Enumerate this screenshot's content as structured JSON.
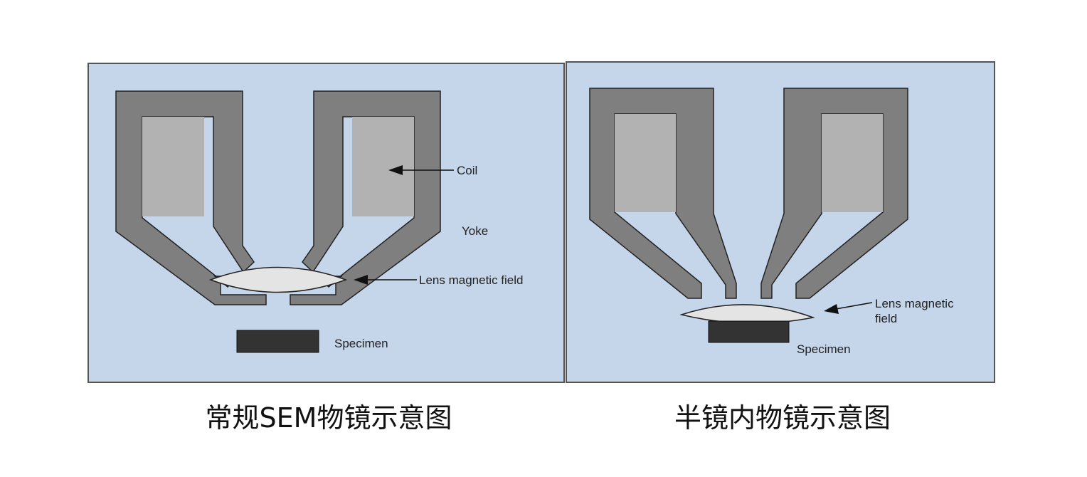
{
  "left_panel": {
    "labels": {
      "coil": "Coil",
      "yoke": "Yoke",
      "lens_field": "Lens magnetic field",
      "specimen": "Specimen"
    },
    "caption": "常规SEM物镜示意图"
  },
  "right_panel": {
    "labels": {
      "lens_field_line1": "Lens magnetic",
      "lens_field_line2": "field",
      "specimen": "Specimen"
    },
    "caption": "半镜内物镜示意图"
  },
  "colors": {
    "background": "#c5d6ea",
    "yoke": "#7f7f7f",
    "coil": "#b2b2b2",
    "field": "#e4e4e4",
    "specimen": "#333333",
    "outline": "#222222"
  }
}
